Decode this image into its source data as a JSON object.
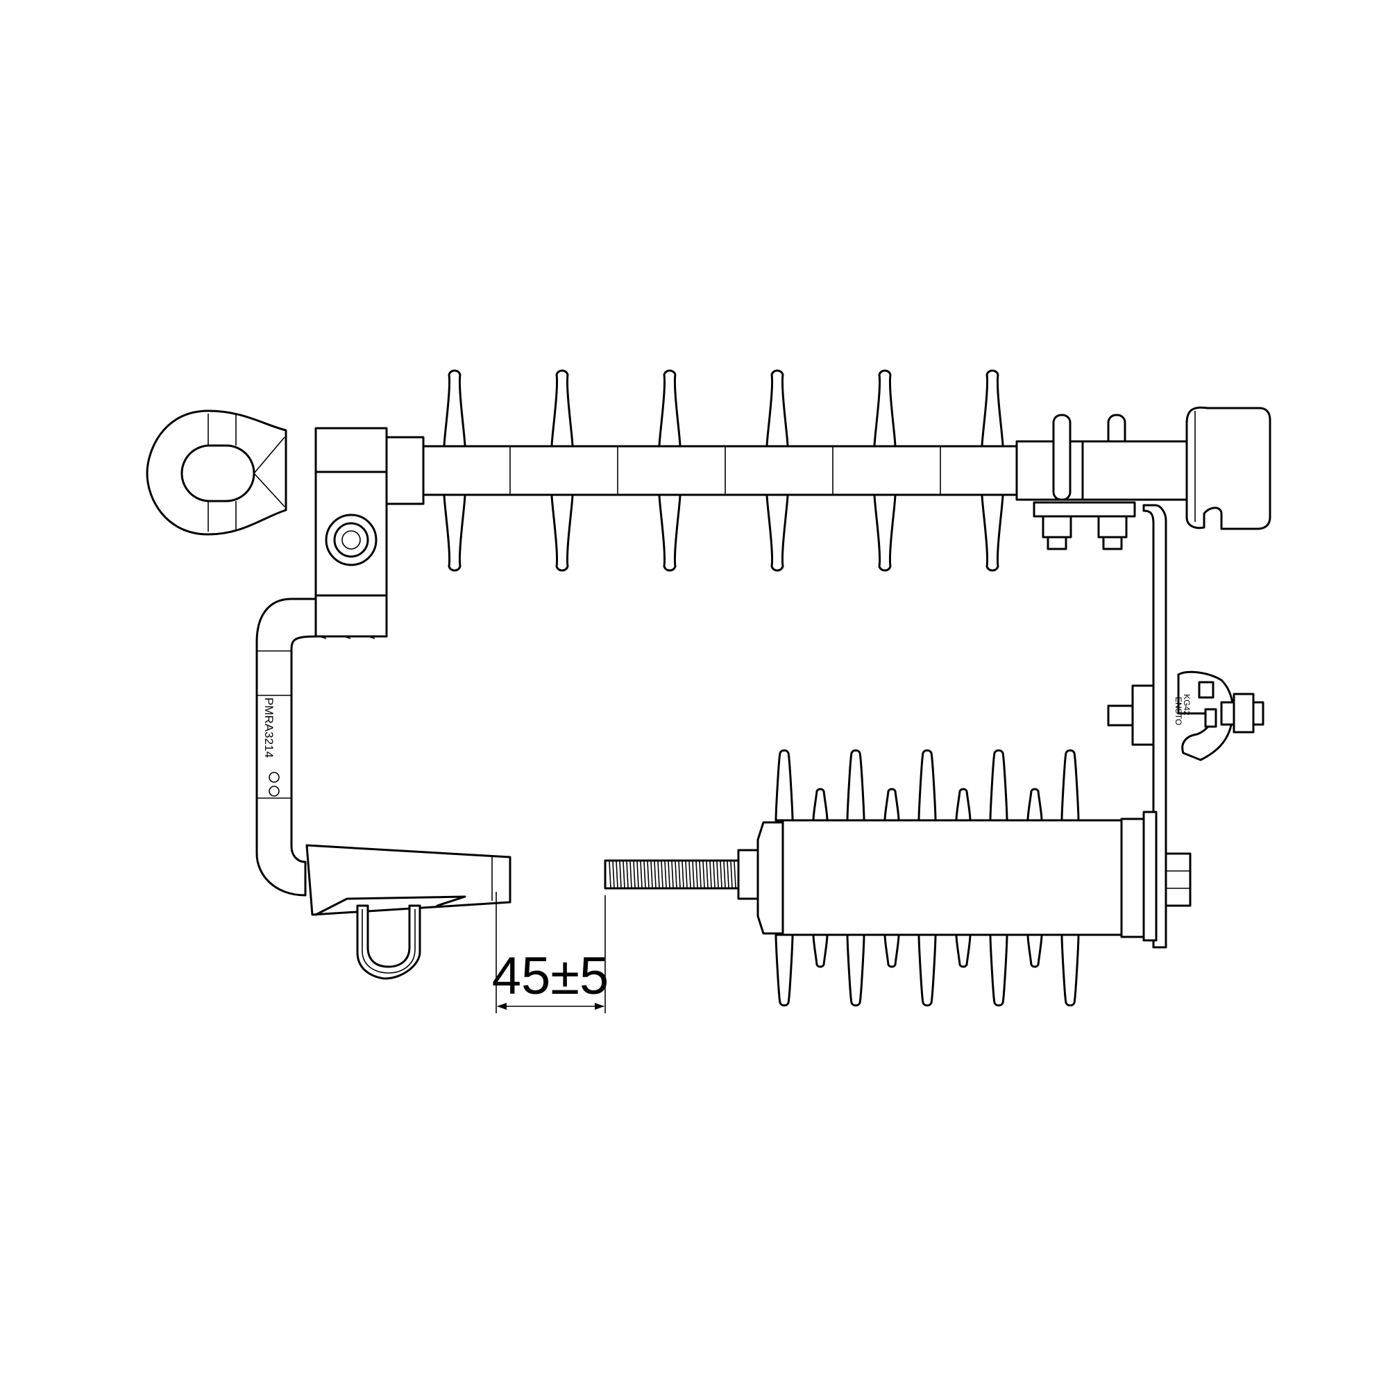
{
  "dimension": {
    "value": "45±5"
  },
  "bracket_marking": {
    "text": "PMRA3214"
  },
  "clamp_marking": {
    "code": "KG42",
    "sub": "ENSTO"
  },
  "colors": {
    "line": "#000000",
    "background": "#ffffff"
  }
}
